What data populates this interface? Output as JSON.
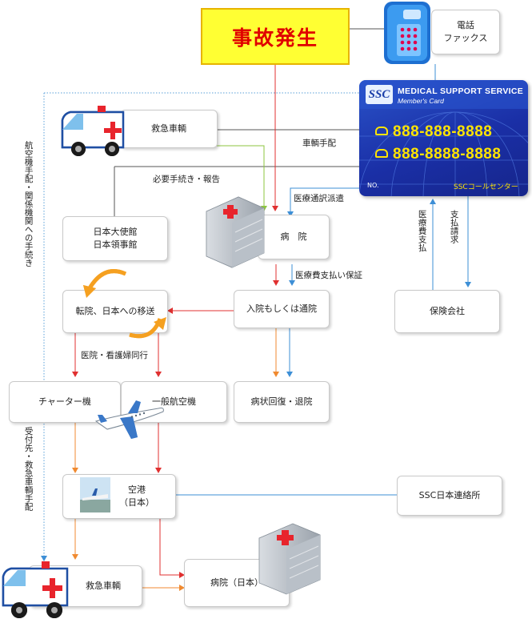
{
  "accident": "事故発生",
  "phone_fax": "電話\nファックス",
  "card": {
    "service": "MEDICAL SUPPORT SERVICE",
    "members": "Member's Card",
    "logo": "SSC",
    "phone1": "888-888-8888",
    "phone2": "888-8888-8888",
    "no_label": "NO.",
    "center": "SSCコールセンター"
  },
  "nodes": {
    "ambulance_top": "救急車輌",
    "embassy": "日本大使館\n日本領事館",
    "hospital": "病　院",
    "admission": "入院もしくは通院",
    "transfer": "転院、日本への移送",
    "insurance": "保険会社",
    "charter": "チャーター機",
    "airline": "一般航空機",
    "recovery": "病状回復・退院",
    "airport": "空港\n（日本）",
    "ssc_office": "SSC日本連絡所",
    "ambulance_bottom": "救急車輌",
    "hospital_japan": "病院（日本）"
  },
  "labels": {
    "vehicle_arrange": "車輌手配",
    "procedures_report": "必要手続き・報告",
    "interpreter": "医療通訳派遣",
    "payment_guarantee": "医療費支払い保証",
    "nurse_escort": "医院・看護婦同行",
    "flight_procedures": "航空機手配・関係機関への手続き",
    "receiver_ambulance": "受付先・救急車輌手配",
    "medical_payment": "医療費支払",
    "payment_claim": "支払請求"
  },
  "colors": {
    "red_flow": "#e03030",
    "blue_flow": "#3d8fd6",
    "green_flow": "#8cc63f",
    "orange_flow": "#f08a30",
    "line": "#555555",
    "dotted": "#5aa0d8"
  }
}
